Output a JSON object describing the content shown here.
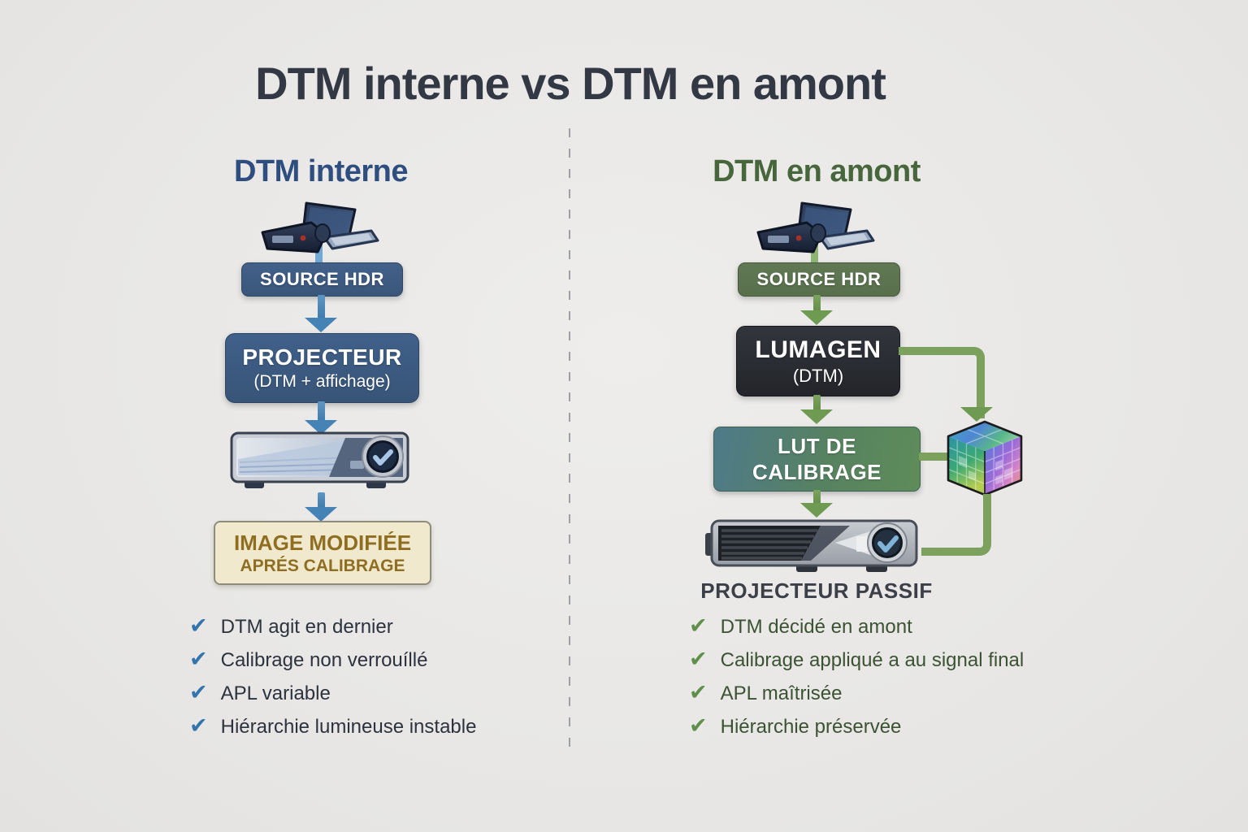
{
  "title": "DTM interne vs DTM en amont",
  "left": {
    "header": "DTM interne",
    "source_label": "SOURCE HDR",
    "projector_box": {
      "line1": "PROJECTEUR",
      "line2": "(DTM + affichage)"
    },
    "result_box": {
      "line1": "IMAGE MODIFIÉE",
      "line2": "APRÉS CALIBRAGE"
    },
    "checklist": [
      "DTM agit en dernier",
      "Calibrage non verrouíllé",
      "APL variable",
      "Hiérarchie lumineuse instable"
    ],
    "header_color": "#2d4e7e",
    "box_color": "#3d5a7e",
    "arrow_color": "#4583b7",
    "check_color": "#3474ac",
    "text_color": "#2c323e",
    "result_box_bg": "#f0e9cd",
    "result_box_text": "#8f6e22"
  },
  "right": {
    "header": "DTM en amont",
    "source_label": "SOURCE HDR",
    "processor_box": {
      "line1": "LUMAGEN",
      "line2": "(DTM)"
    },
    "lut_box": {
      "line1": "LUT DE",
      "line2": "CALIBRAGE"
    },
    "projector_label": "PROJECTEUR PASSIF",
    "checklist": [
      "DTM décidé en amont",
      "Calibrage appliqué a au signal final",
      "APL maîtrisée",
      "Hiérarchie préservée"
    ],
    "header_color": "#47663c",
    "source_box_color": "#5d7351",
    "processor_box_color": "#26282d",
    "lut_gradient": [
      "#4e7a8a",
      "#5e8c5a"
    ],
    "line_color": "#7ba15c",
    "check_color": "#5f8f4b",
    "text_color": "#3b5233"
  },
  "icons": {
    "checkmark": "✔",
    "media_player": "media-player-icon",
    "projector": "projector-icon",
    "lut_cube": "lut-cube-icon"
  },
  "colors": {
    "background": "#e9e8e6",
    "title": "#333944",
    "divider": "#9fa0a6"
  }
}
